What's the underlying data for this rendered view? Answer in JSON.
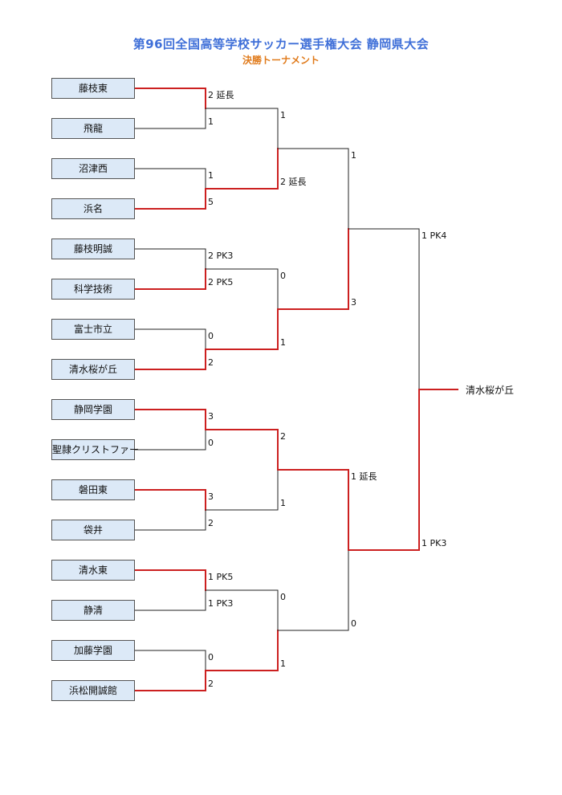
{
  "title": "第96回全国高等学校サッカー選手権大会 静岡県大会",
  "subtitle": "決勝トーナメント",
  "colors": {
    "win": "#cc2020",
    "lose": "#222222"
  },
  "teams": [
    "藤枝東",
    "飛龍",
    "沼津西",
    "浜名",
    "藤枝明誠",
    "科学技術",
    "富士市立",
    "清水桜が丘",
    "静岡学園",
    "聖隷クリストファー",
    "磐田東",
    "袋井",
    "清水東",
    "静清",
    "加藤学園",
    "浜松開誠館"
  ],
  "round1": [
    {
      "top": "2 延長",
      "bottom": "1",
      "winner": "top"
    },
    {
      "top": "1",
      "bottom": "5",
      "winner": "bottom"
    },
    {
      "top": "2 PK3",
      "bottom": "2 PK5",
      "winner": "bottom"
    },
    {
      "top": "0",
      "bottom": "2",
      "winner": "bottom"
    },
    {
      "top": "3",
      "bottom": "0",
      "winner": "top"
    },
    {
      "top": "3",
      "bottom": "2",
      "winner": "top"
    },
    {
      "top": "1 PK5",
      "bottom": "1 PK3",
      "winner": "top"
    },
    {
      "top": "0",
      "bottom": "2",
      "winner": "bottom"
    }
  ],
  "round2": [
    {
      "top": "1",
      "bottom": "2 延長",
      "winner": "bottom"
    },
    {
      "top": "0",
      "bottom": "1",
      "winner": "bottom"
    },
    {
      "top": "2",
      "bottom": "1",
      "winner": "top"
    },
    {
      "top": "0",
      "bottom": "1",
      "winner": "bottom"
    }
  ],
  "round3": [
    {
      "top": "1",
      "bottom": "3",
      "winner": "bottom"
    },
    {
      "top": "1 延長",
      "bottom": "0",
      "winner": "top"
    }
  ],
  "final": {
    "top": "1 PK4",
    "bottom": "1 PK3",
    "winner": "bottom"
  },
  "champion": "清水桜が丘"
}
